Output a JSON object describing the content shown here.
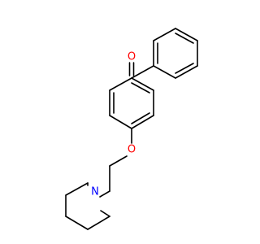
{
  "molecule": {
    "atom_labels": {
      "carbonyl_oxygen": "O",
      "ether_oxygen": "O",
      "amine_nitrogen": "N"
    },
    "colors": {
      "bond": "#000000",
      "oxygen": "#ff0000",
      "nitrogen": "#0000ff"
    }
  }
}
